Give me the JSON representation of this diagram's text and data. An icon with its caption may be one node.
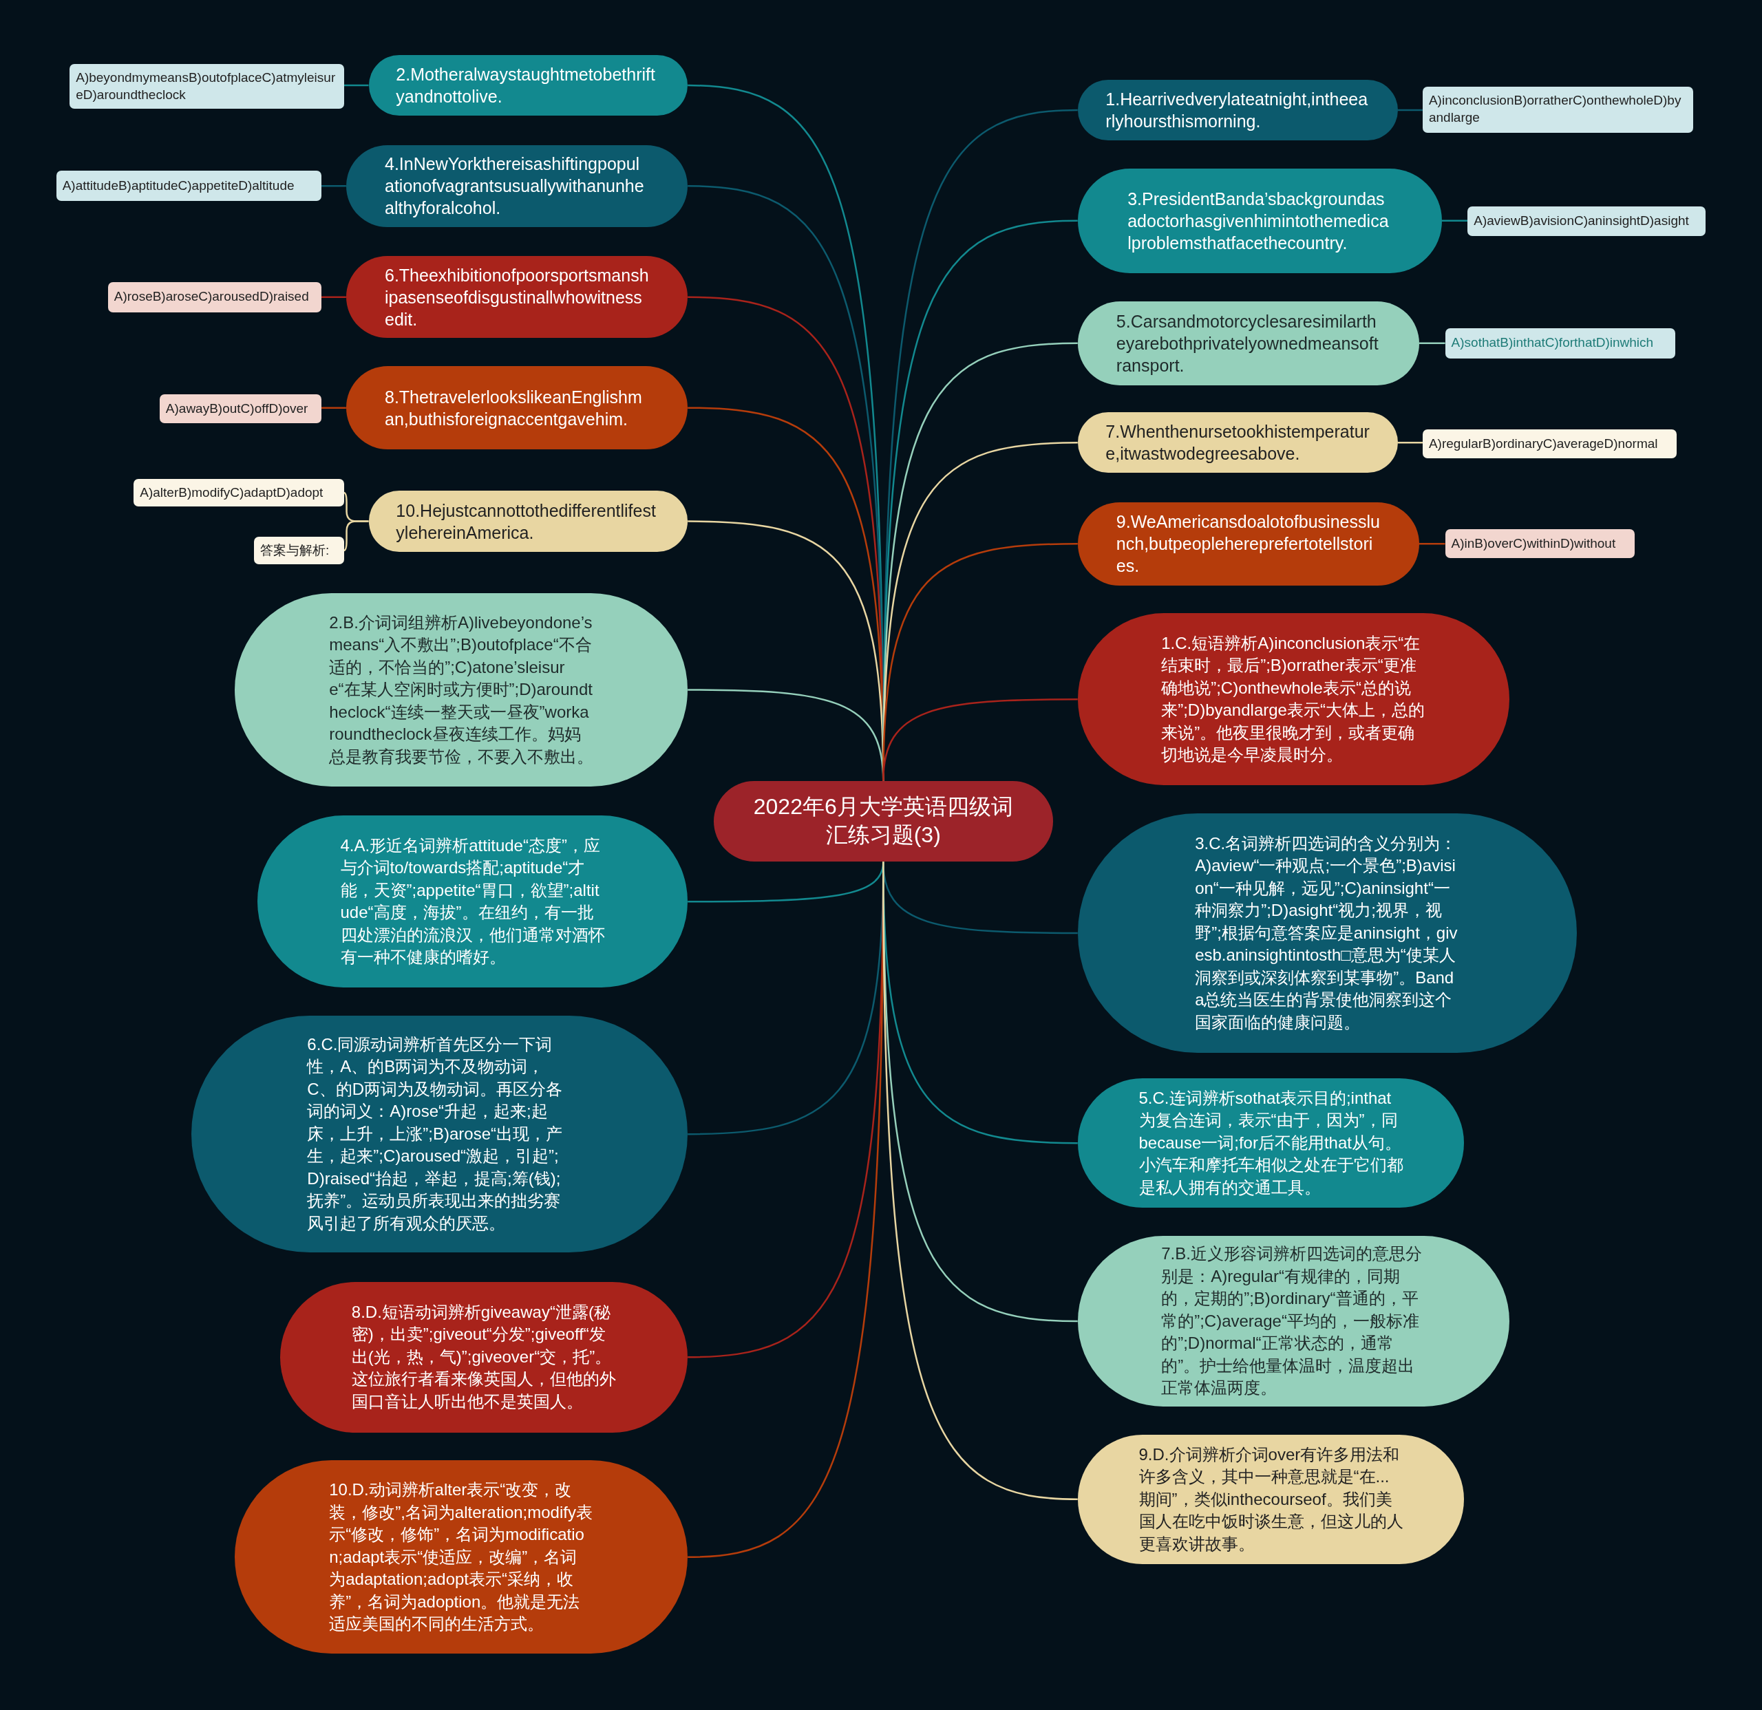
{
  "diagram": {
    "nodes": [
      {
        "text": [
          "2022年6月大学英语四级词汇练习题(3)"
        ]
      },
      {
        "text": [
          "2.Motheralwaystaughtmetobethriftyandnottolive."
        ]
      },
      {
        "text": [
          "A)beyondmymeansB)outofplaceC)atmyleisureD)aroundtheclock"
        ]
      },
      {
        "text": [
          "4.InNewYorkthereisashiftingpopulationofvagrantsusuallywithanunhealthyforalcohol."
        ]
      },
      {
        "text": [
          "A)attitudeB)aptitudeC)appetiteD)altitude"
        ]
      },
      {
        "text": [
          "6.Theexhibitionofpoorsportsmanshipasenseofdisgustinallwhowitnessedit."
        ]
      },
      {
        "text": [
          "A)roseB)aroseC)arousedD)raised"
        ]
      },
      {
        "text": [
          "8.ThetravelerlookslikeanEnglishman,buthisforeignaccentgavehim."
        ]
      },
      {
        "text": [
          "A)awayB)outC)offD)over"
        ]
      },
      {
        "text": [
          "10.HejustcannottothedifferentlifestylehereinAmerica."
        ]
      },
      {
        "text": [
          "A)alterB)modifyC)adaptD)adopt"
        ]
      },
      {
        "text": [
          "答案与解析:"
        ]
      },
      {
        "text": [
          "2.B.介词词组辨析A)livebeyondone’smeans“入不敷出”;B)outofplace“不合适的，不恰当的”;C)atone’sleisure“在某人空闲时或方便时”;D)aroundtheclock“连续一整天或一昼夜”workaroundtheclock昼夜连续工作。妈妈总是教育我要节俭，不要入不敷出。"
        ]
      },
      {
        "text": [
          "4.A.形近名词辨析attitude“态度”，应与介词to/towards搭配;aptitude“才能，天资”;appetite“胃口，欲望”;altitude“高度，海拔”。在纽约，有一批四处漂泊的流浪汉，他们通常对酒怀有一种不健康的嗜好。"
        ]
      },
      {
        "text": [
          "6.C.同源动词辨析首先区分一下词性，A、的B两词为不及物动词，C、的D两词为及物动词。再区分各词的词义：A)rose“升起，起来;起床，上升，上涨”;B)arose“出现，产生，起来”;C)aroused“激起，引起”;D)raised“抬起，举起，提高;筹(钱);抚养”。运动员所表现出来的拙劣赛风引起了所有观众的厌恶。"
        ]
      },
      {
        "text": [
          "8.D.短语动词辨析giveaway“泄露(秘密)，出卖”;giveout“分发”;giveoff“发出(光，热，气)”;giveover“交，托”。这位旅行者看来像英国人，但他的外国口音让人听出他不是英国人。"
        ]
      },
      {
        "text": [
          "10.D.动词辨析alter表示“改变，改装，修改”,名词为alteration;modify表示“修改，修饰”，名词为modification;adapt表示“使适应，改编”，名词为adaptation;adopt表示“采纳，收养”，名词为adoption。他就是无法适应美国的不同的生活方式。"
        ]
      },
      {
        "text": [
          "1.Hearrivedverylateatnight,intheearlyhoursthismorning."
        ]
      },
      {
        "text": [
          "A)inconclusionB)orratherC)onthewholeD)byandlarge"
        ]
      },
      {
        "text": [
          "3.PresidentBanda’sbackgroundasadoctorhasgivenhimintothemedicalproblemsthatfacethecountry."
        ]
      },
      {
        "text": [
          "A)aviewB)avisionC)aninsightD)asight"
        ]
      },
      {
        "text": [
          "5.Carsandmotorcyclesaresimilartheyarebothprivatelyownedmeansoftransport."
        ]
      },
      {
        "text": [
          "A)sothatB)inthatC)forthatD)inwhich"
        ]
      },
      {
        "text": [
          "7.Whenthenursetookhistemperature,itwastwodegreesabove."
        ]
      },
      {
        "text": [
          "A)regularB)ordinaryC)averageD)normal"
        ]
      },
      {
        "text": [
          "9.WeAmericansdoalotofbusinesslunch,butpeoplehereprefertotellstories."
        ]
      },
      {
        "text": [
          "A)inB)overC)withinD)without"
        ]
      },
      {
        "text": [
          "1.C.短语辨析A)inconclusion表示“在结束时，最后”;B)orrather表示“更准确地说”;C)onthewhole表示“总的说来”;D)byandlarge表示“大体上，总的来说”。他夜里很晚才到，或者更确切地说是今早凌晨时分。"
        ]
      },
      {
        "text": [
          "3.C.名词辨析四选词的含义分别为：A)aview“一种观点;一个景色”;B)avision“一种见解，远见”;C)aninsight“一种洞察力”;D)asight“视力;视界，视野”;根据句意答案应是aninsight，givesb.aninsightintosth□意思为“使某人洞察到或深刻体察到某事物”。Banda总统当医生的背景使他洞察到这个国家面临的健康问题。"
        ]
      },
      {
        "text": [
          "5.C.连词辨析sothat表示目的;inthat为复合连词，表示“由于，因为”，同because一词;for后不能用that从句。小汽车和摩托车相似之处在于它们都是私人拥有的交通工具。"
        ]
      },
      {
        "text": [
          "7.B.近义形容词辨析四选词的意思分别是：A)regular“有规律的，同期的，定期的”;B)ordinary“普通的，平常的”;C)average“平均的，一般标准的”;D)normal“正常状态的，通常的”。护士给他量体温时，温度超出正常体温两度。"
        ]
      },
      {
        "text": [
          "9.D.介词辨析介词over有许多用法和许多含义，其中一种意思就是“在...期间”，类似inthecourseof。我们美国人在吃中饭时谈生意，但这儿的人更喜欢讲故事。"
        ]
      }
    ],
    "edges": [
      {
        "from": 0,
        "to": 1,
        "arrow": "none",
        "color": "#12898f"
      },
      {
        "from": 1,
        "to": 2,
        "arrow": "none",
        "color": "#12898f"
      },
      {
        "from": 0,
        "to": 3,
        "arrow": "none",
        "color": "#0c5a6d"
      },
      {
        "from": 3,
        "to": 4,
        "arrow": "none",
        "color": "#0c5a6d"
      },
      {
        "from": 0,
        "to": 5,
        "arrow": "none",
        "color": "#a8231b"
      },
      {
        "from": 5,
        "to": 6,
        "arrow": "none",
        "color": "#a8231b"
      },
      {
        "from": 0,
        "to": 7,
        "arrow": "none",
        "color": "#b53c0b"
      },
      {
        "from": 7,
        "to": 8,
        "arrow": "none",
        "color": "#b53c0b"
      },
      {
        "from": 0,
        "to": 9,
        "arrow": "none",
        "color": "#e8d6a2"
      },
      {
        "from": 9,
        "to": 10,
        "arrow": "none",
        "color": "#e8d6a2"
      },
      {
        "from": 9,
        "to": 11,
        "arrow": "none",
        "color": "#e8d6a2"
      },
      {
        "from": 0,
        "to": 12,
        "arrow": "none",
        "color": "#95d0bb"
      },
      {
        "from": 0,
        "to": 13,
        "arrow": "none",
        "color": "#12898f"
      },
      {
        "from": 0,
        "to": 14,
        "arrow": "none",
        "color": "#0c5a6d"
      },
      {
        "from": 0,
        "to": 15,
        "arrow": "none",
        "color": "#a8231b"
      },
      {
        "from": 0,
        "to": 16,
        "arrow": "none",
        "color": "#b53c0b"
      },
      {
        "from": 0,
        "to": 17,
        "arrow": "none",
        "color": "#0c5a6d"
      },
      {
        "from": 17,
        "to": 18,
        "arrow": "none",
        "color": "#0c5a6d"
      },
      {
        "from": 0,
        "to": 19,
        "arrow": "none",
        "color": "#12898f"
      },
      {
        "from": 19,
        "to": 20,
        "arrow": "none",
        "color": "#12898f"
      },
      {
        "from": 0,
        "to": 21,
        "arrow": "none",
        "color": "#95d0bb"
      },
      {
        "from": 21,
        "to": 22,
        "arrow": "none",
        "color": "#95d0bb"
      },
      {
        "from": 0,
        "to": 23,
        "arrow": "none",
        "color": "#e8d6a2"
      },
      {
        "from": 23,
        "to": 24,
        "arrow": "none",
        "color": "#e8d6a2"
      },
      {
        "from": 0,
        "to": 25,
        "arrow": "none",
        "color": "#b53c0b"
      },
      {
        "from": 25,
        "to": 26,
        "arrow": "none",
        "color": "#b53c0b"
      },
      {
        "from": 0,
        "to": 27,
        "arrow": "none",
        "color": "#a8231b"
      },
      {
        "from": 0,
        "to": 28,
        "arrow": "none",
        "color": "#0c5a6d"
      },
      {
        "from": 0,
        "to": 29,
        "arrow": "none",
        "color": "#12898f"
      },
      {
        "from": 0,
        "to": 30,
        "arrow": "none",
        "color": "#95d0bb"
      },
      {
        "from": 0,
        "to": 31,
        "arrow": "none",
        "color": "#e8d6a2"
      }
    ]
  }
}
